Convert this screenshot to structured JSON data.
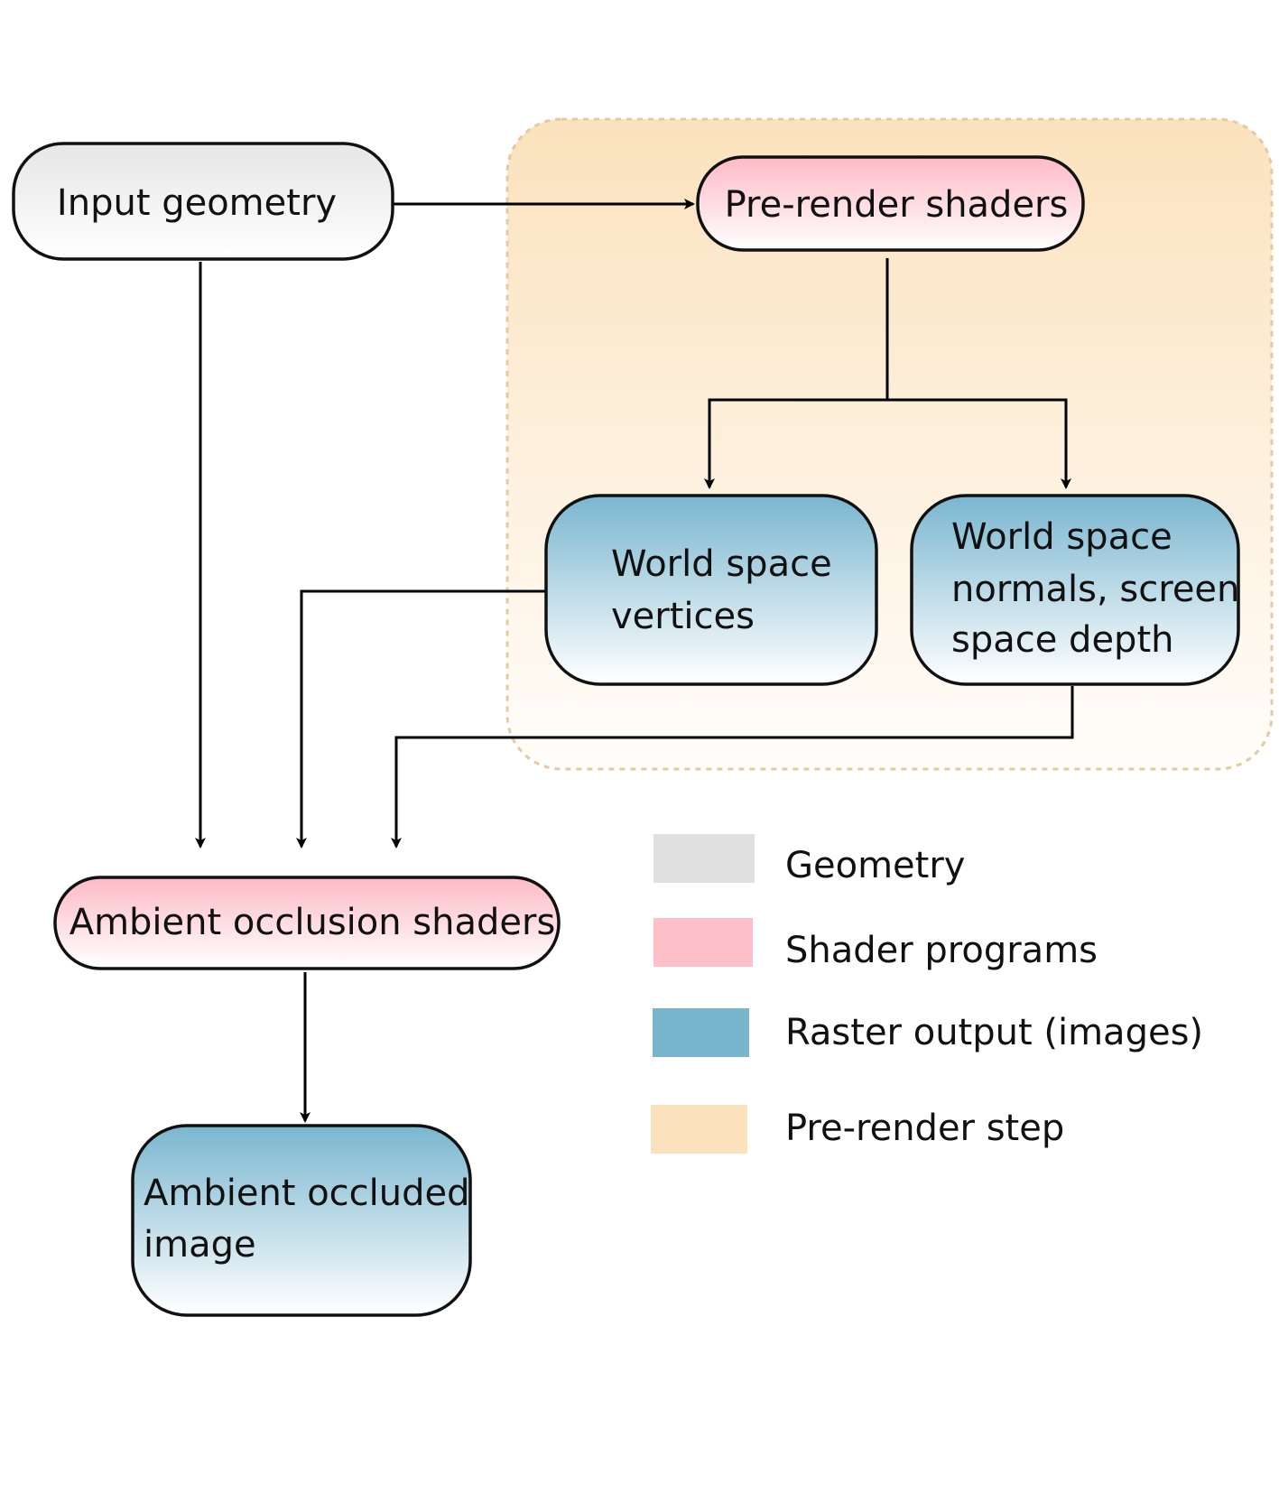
{
  "diagram": {
    "nodes": {
      "input_geometry": "Input geometry",
      "pre_render_shaders": "Pre-render shaders",
      "world_space_vertices": [
        "World space",
        "vertices"
      ],
      "world_space_normals": [
        "World space",
        "normals, screen",
        "space depth"
      ],
      "ambient_occlusion_shaders": "Ambient occlusion shaders",
      "ambient_occluded_image": [
        "Ambient occluded",
        "image"
      ]
    },
    "legend": [
      {
        "label": "Geometry",
        "color": "#e0e0e0"
      },
      {
        "label": "Shader programs",
        "color": "#fdbfc8"
      },
      {
        "label": "Raster output (images)",
        "color": "#78b5cf"
      },
      {
        "label": "Pre-render step",
        "color": "#fbe2bd"
      }
    ],
    "colors": {
      "geometry_top": "#e8e8e8",
      "shader_top": "#fdbfc8",
      "raster_top": "#7ab6cf",
      "prerender_region": "#fbe2bd",
      "region_border": "#e6c9a0"
    }
  }
}
